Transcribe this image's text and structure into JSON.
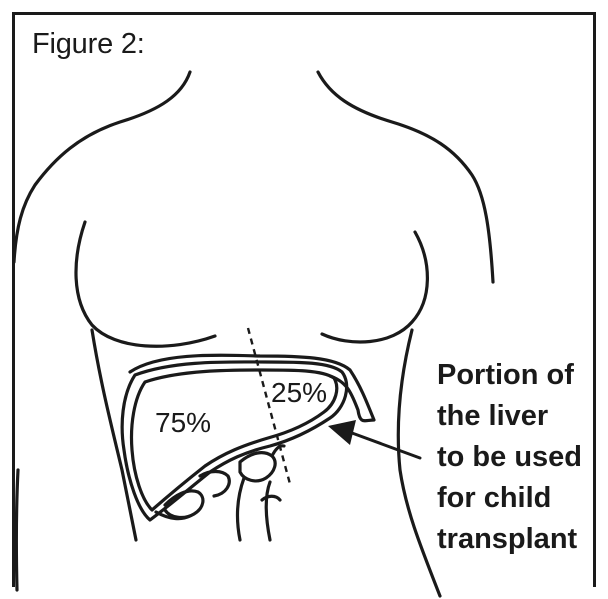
{
  "figure": {
    "title": "Figure 2:"
  },
  "liver": {
    "left_portion_label": "75%",
    "right_portion_label": "25%"
  },
  "caption": {
    "lines": [
      "Portion of",
      "the liver",
      "to be used",
      "for child",
      "transplant"
    ]
  },
  "colors": {
    "ink": "#1a1a1a",
    "background": "#ffffff"
  }
}
